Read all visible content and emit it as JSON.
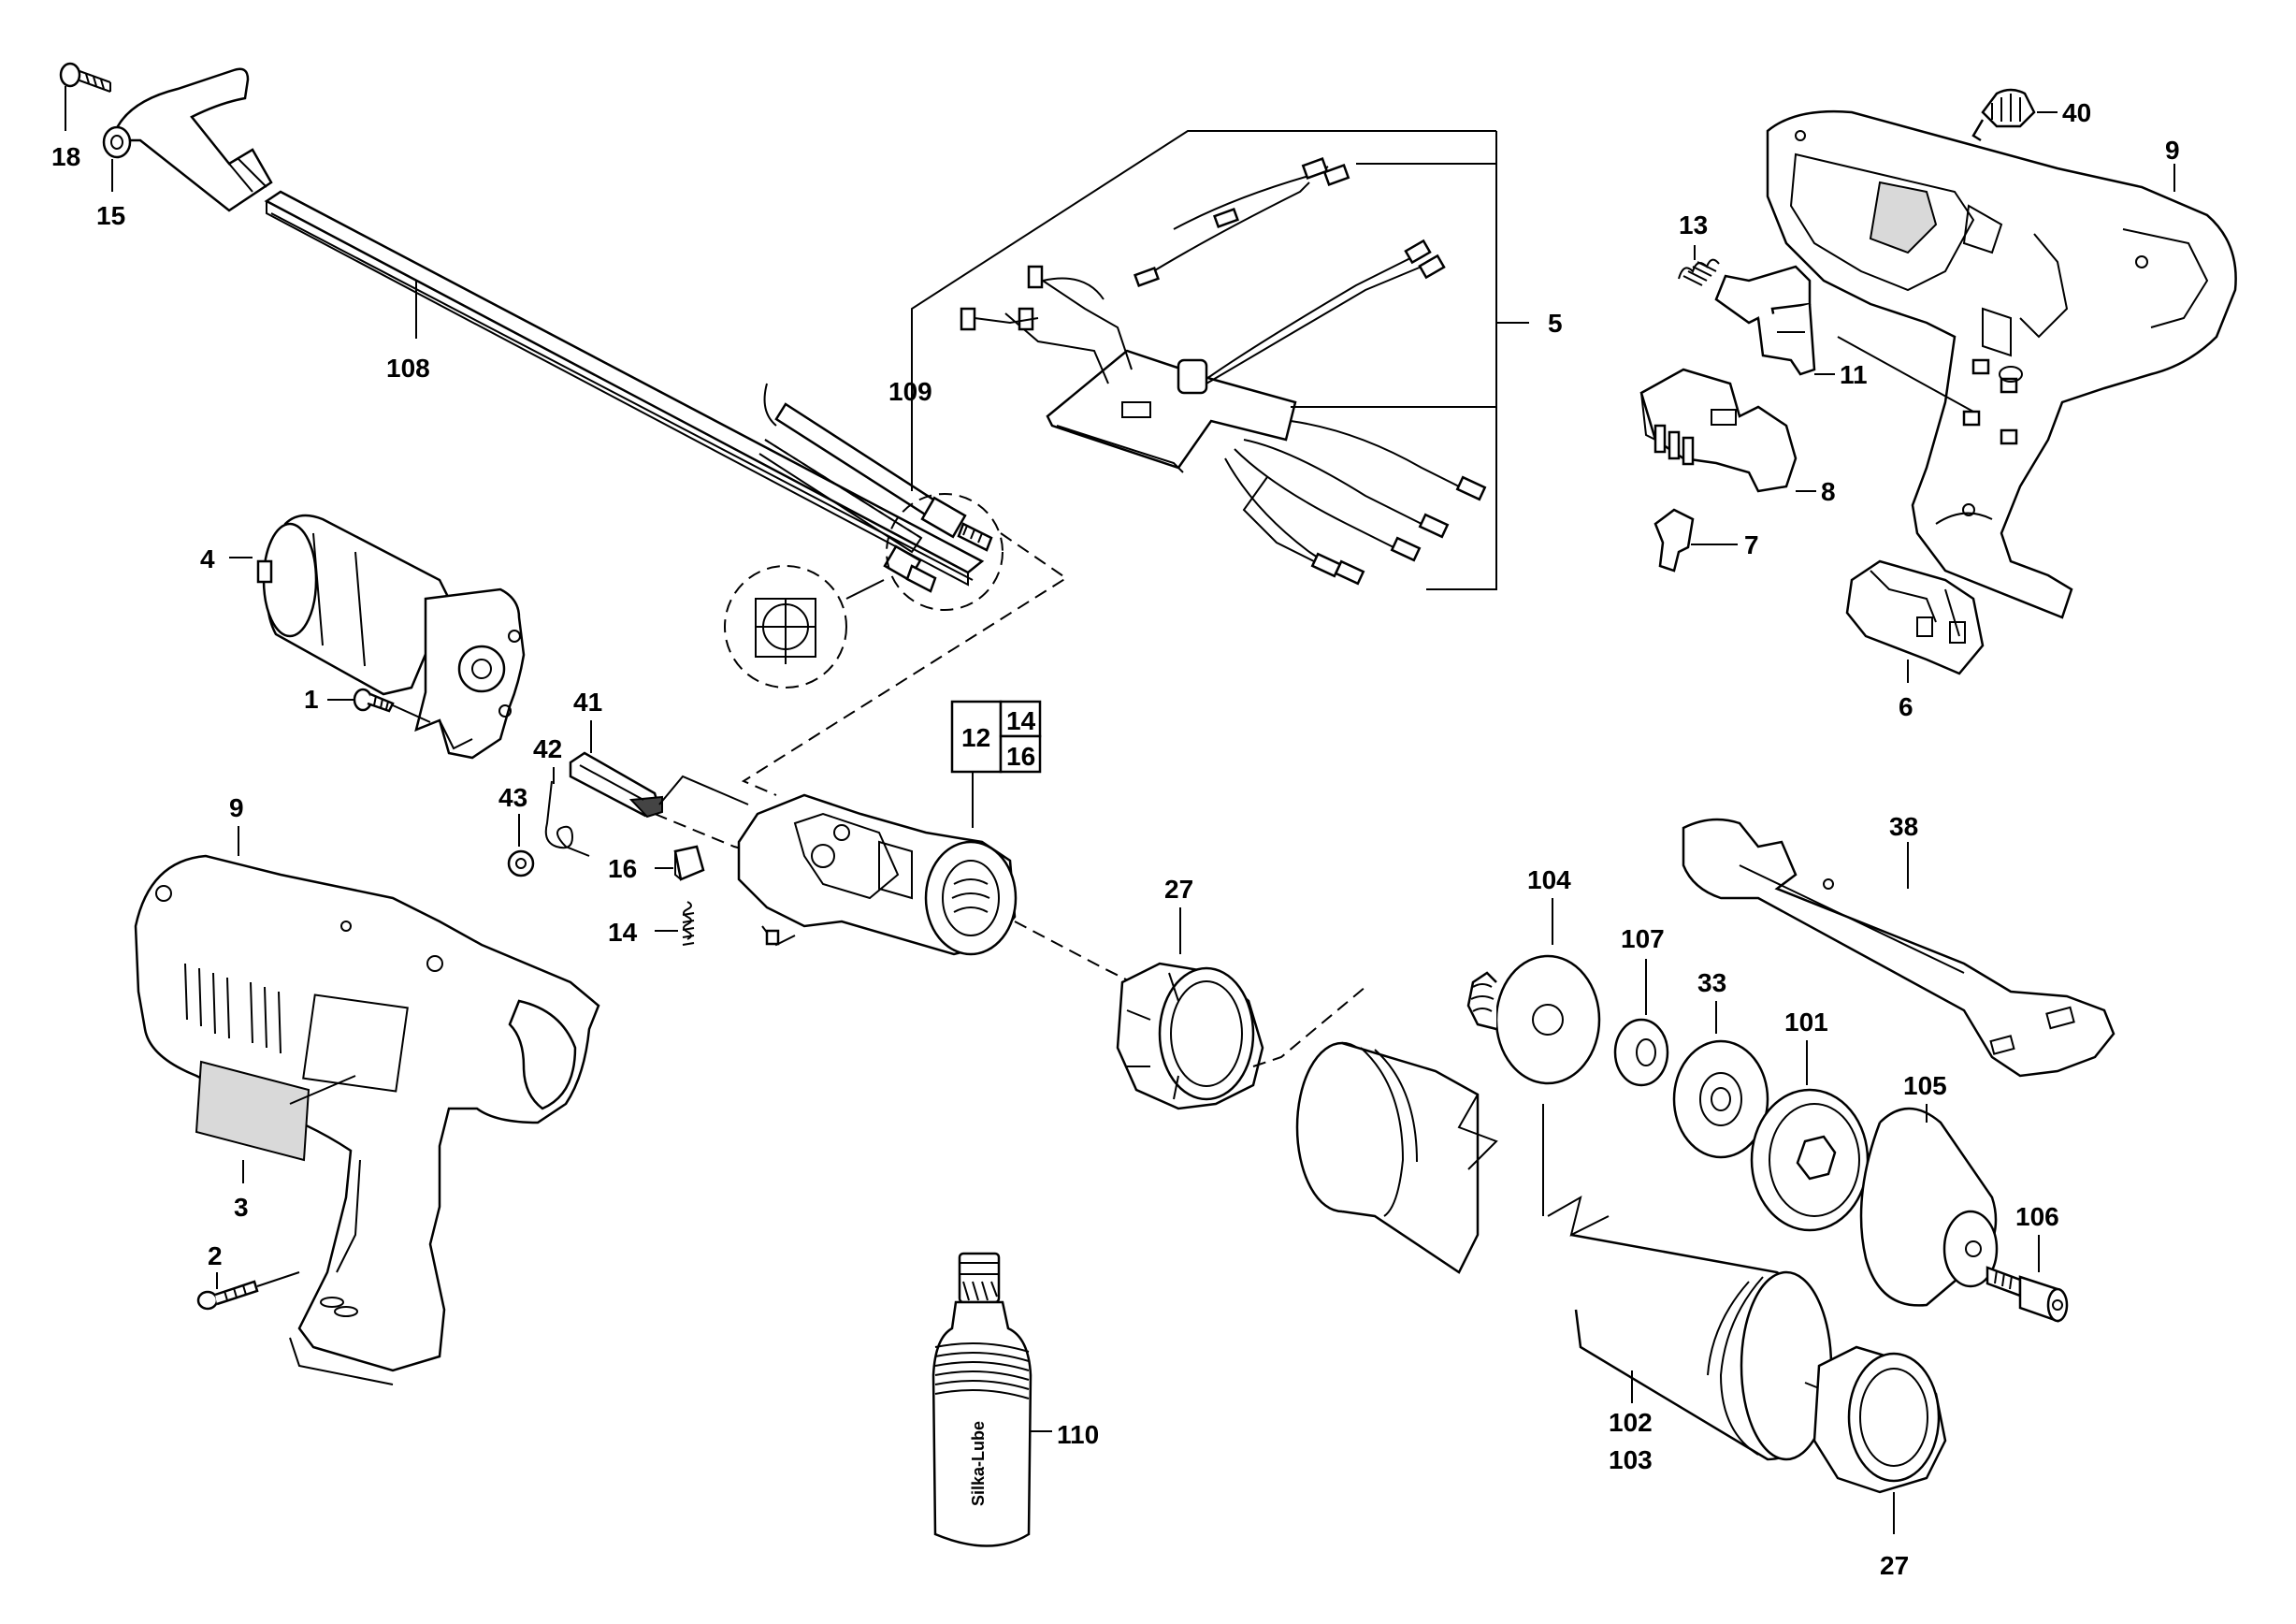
{
  "diagram": {
    "callouts": {
      "c1": "1",
      "c2": "2",
      "c3": "3",
      "c4": "4",
      "c5": "5",
      "c6": "6",
      "c7": "7",
      "c8": "8",
      "c9a": "9",
      "c9b": "9",
      "c11": "11",
      "c13": "13",
      "c14": "14",
      "c15": "15",
      "c16": "16",
      "c18": "18",
      "c27a": "27",
      "c27b": "27",
      "c33": "33",
      "c38": "38",
      "c40": "40",
      "c41": "41",
      "c42": "42",
      "c43": "43",
      "c101": "101",
      "c102": "102",
      "c103": "103",
      "c104": "104",
      "c105": "105",
      "c106": "106",
      "c107": "107",
      "c108": "108",
      "c109": "109",
      "c110": "110"
    },
    "kit_box": {
      "a": "12",
      "b": "14",
      "c": "16"
    },
    "bottle_label": "Silka-Lube"
  }
}
